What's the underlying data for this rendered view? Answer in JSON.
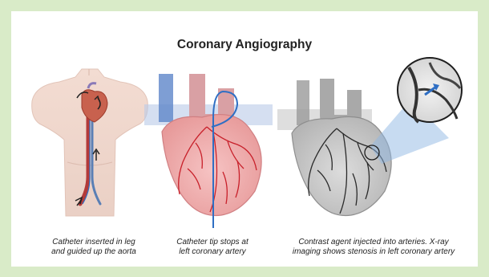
{
  "title": "Coronary Angiography",
  "panels": [
    {
      "caption_line1": "Catheter inserted in leg",
      "caption_line2": "and guided up the aorta"
    },
    {
      "caption_line1": "Catheter tip stops at",
      "caption_line2": "left coronary artery"
    },
    {
      "caption_line1": "Contrast agent injected into arteries. X-ray",
      "caption_line2": "imaging shows stenosis in left coronary artery"
    }
  ],
  "colors": {
    "page_bg": "#d9ebc8",
    "artery_red": "#c8202a",
    "vein_blue": "#4a7ec2",
    "catheter_blue": "#2f6fc4",
    "xray_gray": "#6e6e6e",
    "highlight_blue": "#6aa3dc"
  }
}
